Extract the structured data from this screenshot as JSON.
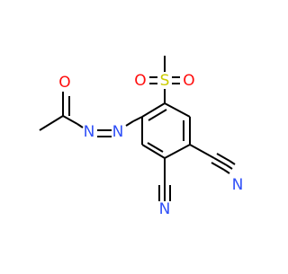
{
  "colors": {
    "background": "#ffffff",
    "bond": "#000000",
    "oxygen": "#ff0d0d",
    "nitrogen": "#3050f8",
    "sulfur": "#cccc00"
  },
  "atoms": {
    "carbonyl_oxygen": "O",
    "azo_n1": "N",
    "azo_n2": "N",
    "sulfur": "S",
    "sulfonyl_o_left": "O",
    "sulfonyl_o_right": "O",
    "nitrile_n_right": "N",
    "nitrile_n_bottom": "N"
  }
}
